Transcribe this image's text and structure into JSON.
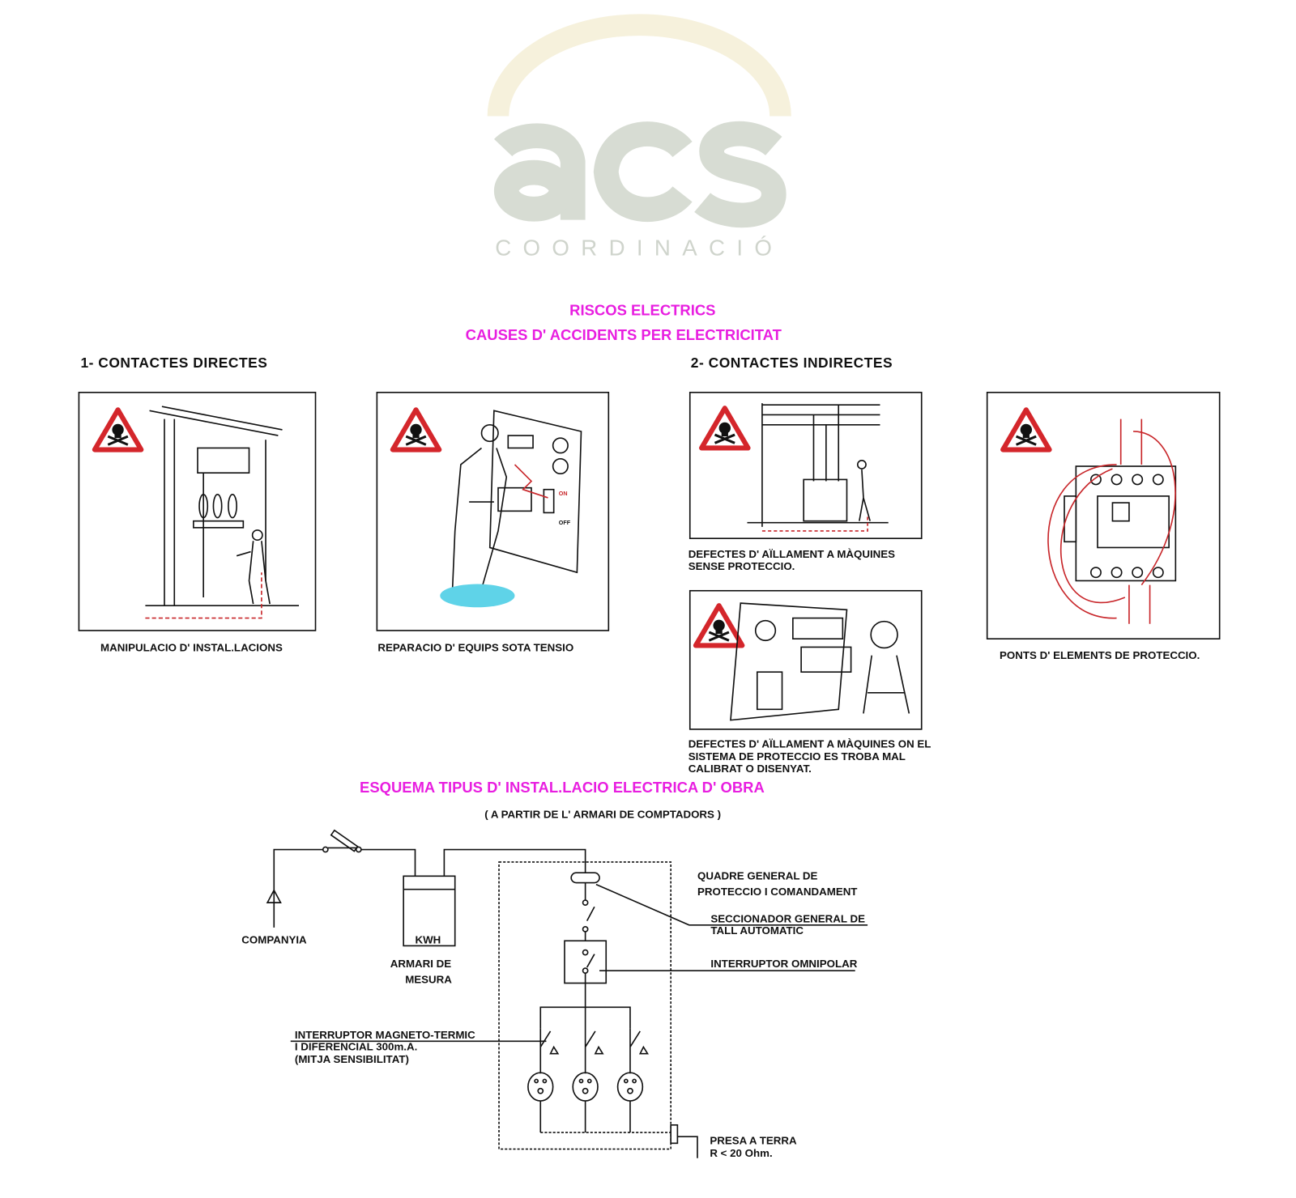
{
  "logo": {
    "letters": "acs",
    "subtitle": "COORDINACIÓ",
    "arc_color": "#f6f1dc",
    "letters_color": "#d7dcd3",
    "subtitle_color": "#cfd4cc"
  },
  "title": {
    "line1": "RISCOS ELECTRICS",
    "line2": "CAUSES D' ACCIDENTS PER ELECTRICITAT",
    "color": "#e81ee0"
  },
  "sections": {
    "direct": "1- CONTACTES DIRECTES",
    "indirect": "2- CONTACTES INDIRECTES"
  },
  "panels": [
    {
      "caption": [
        "MANIPULACIO D' INSTAL.LACIONS"
      ]
    },
    {
      "caption": [
        "REPARACIO D' EQUIPS SOTA TENSIO"
      ],
      "labels": [
        "ON",
        "OFF"
      ]
    },
    {
      "caption": [
        "DEFECTES D' AÏLLAMENT A MÀQUINES",
        "SENSE PROTECCIO."
      ]
    },
    {
      "caption": [
        "DEFECTES D' AÏLLAMENT A MÀQUINES ON EL",
        "SISTEMA DE PROTECCIO ES TROBA MAL",
        "CALIBRAT O DISENYAT."
      ]
    },
    {
      "caption": [
        "PONTS D' ELEMENTS DE PROTECCIO."
      ]
    }
  ],
  "scheme": {
    "title": "ESQUEMA TIPUS D' INSTAL.LACIO ELECTRICA D' OBRA",
    "subtitle": "( A PARTIR DE L' ARMARI DE COMPTADORS )",
    "companyia": "COMPANYIA",
    "kwh": "KWH",
    "armari": [
      "ARMARI DE",
      "MESURA"
    ],
    "quadre": [
      "QUADRE GENERAL DE",
      "PROTECCIO I COMANDAMENT"
    ],
    "seccionador": [
      "SECCIONADOR GENERAL DE",
      "TALL AUTOMATIC"
    ],
    "omnipolar": "INTERRUPTOR OMNIPOLAR",
    "magneto": [
      "INTERRUPTOR MAGNETO-TERMIC",
      "I DIFERENCIAL  300m.A.",
      "(MITJA SENSIBILITAT)"
    ],
    "terra": [
      "PRESA A TERRA",
      "R < 20 Ohm."
    ]
  }
}
